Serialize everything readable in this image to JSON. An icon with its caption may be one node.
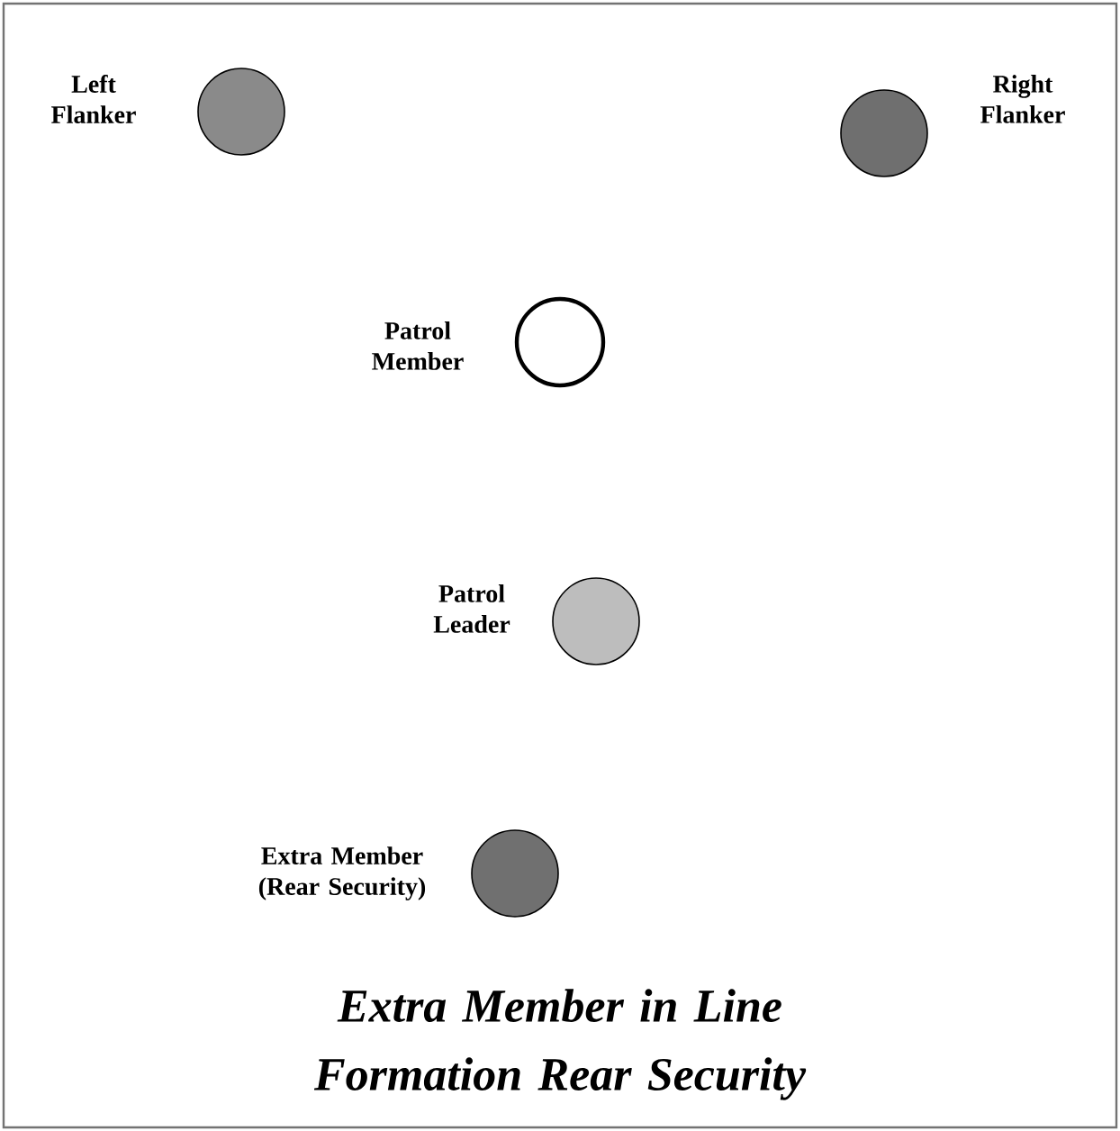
{
  "diagram": {
    "title": "Extra Member in Line Formation Rear Security",
    "nodes": [
      {
        "text": [
          "Left Flanker"
        ]
      },
      {
        "text": [
          "Right Flanker"
        ]
      },
      {
        "text": [
          "Patrol Member"
        ]
      },
      {
        "text": [
          "Patrol Leader"
        ]
      },
      {
        "text": [
          "Extra Member (Rear Security)"
        ]
      }
    ],
    "edges": []
  }
}
